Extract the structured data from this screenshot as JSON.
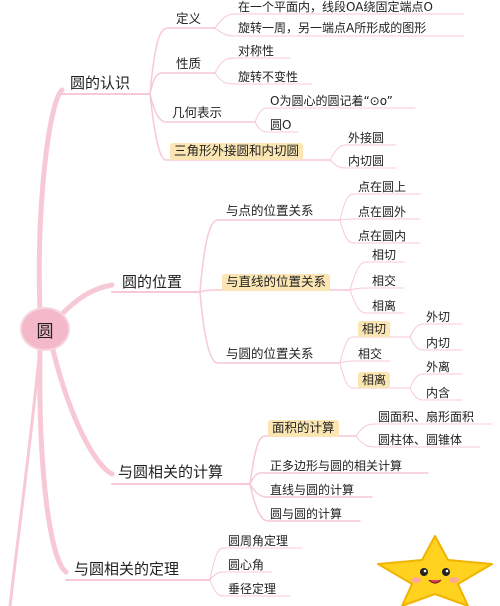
{
  "root": "圆",
  "recognition": {
    "label": "圆的认识",
    "definition": {
      "label": "定义",
      "line1": "在一个平面内，线段OA绕固定端点O",
      "line2": "旋转一周，另一端点A所形成的图形"
    },
    "property": {
      "label": "性质",
      "items": [
        "对称性",
        "旋转不变性"
      ]
    },
    "notation": {
      "label": "几何表示",
      "items": [
        "O为圆心的圆记着“⊙o”",
        "圆O"
      ]
    },
    "triangle": {
      "label": "三角形外接圆和内切圆",
      "items": [
        "外接圆",
        "内切圆"
      ]
    }
  },
  "position": {
    "label": "圆的位置",
    "point": {
      "label": "与点的位置关系",
      "items": [
        "点在圆上",
        "点在圆外",
        "点在圆内"
      ]
    },
    "line": {
      "label": "与直线的位置关系",
      "items": [
        "相切",
        "相交",
        "相离"
      ]
    },
    "circle": {
      "label": "与圆的位置关系",
      "tangent": {
        "label": "相切",
        "items": [
          "外切",
          "内切"
        ]
      },
      "intersect": "相交",
      "separate": {
        "label": "相离",
        "items": [
          "外离",
          "内含"
        ]
      }
    }
  },
  "calc": {
    "label": "与圆相关的计算",
    "area": {
      "label": "面积的计算",
      "items": [
        "圆面积、扇形面积",
        "圆柱体、圆锥体"
      ]
    },
    "others": [
      "正多边形与圆的相关计算",
      "直线与圆的计算",
      "圆与圆的计算"
    ]
  },
  "theorems": {
    "label": "与圆相关的定理",
    "items": [
      "圆周角定理",
      "圆心角",
      "垂径定理"
    ]
  },
  "colors": {
    "branch": "#f7c9d4",
    "root": "#f3b9c8",
    "highlight": "#fbe6b3",
    "star": "#ffd21f"
  }
}
